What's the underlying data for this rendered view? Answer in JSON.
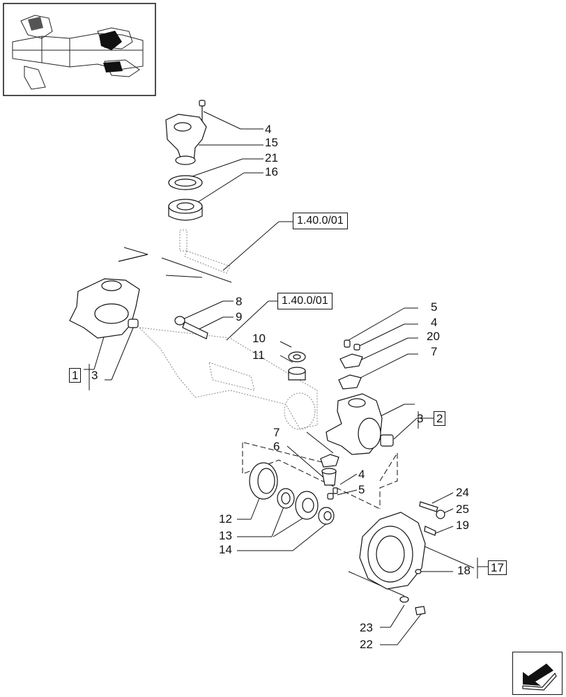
{
  "inset": {
    "alt": "axle-thumbnail"
  },
  "labels": {
    "l4a": "4",
    "l15": "15",
    "l21": "21",
    "l16": "16",
    "l8": "8",
    "l9": "9",
    "l10": "10",
    "l11": "11",
    "l3a": "3",
    "l5a": "5",
    "l4b": "4",
    "l20": "20",
    "l7a": "7",
    "l3b": "3",
    "l7b": "7",
    "l6": "6",
    "l4c": "4",
    "l5b": "5",
    "l24": "24",
    "l25": "25",
    "l19": "19",
    "l12": "12",
    "l13": "13",
    "l14": "14",
    "l18": "18",
    "l23": "23",
    "l22": "22"
  },
  "boxes": {
    "b1": "1",
    "b2": "2",
    "b17": "17"
  },
  "refs": {
    "r1": "1.40.0/01",
    "r2": "1.40.0/01"
  },
  "nav": {
    "icon": "next-page-arrow-icon"
  }
}
